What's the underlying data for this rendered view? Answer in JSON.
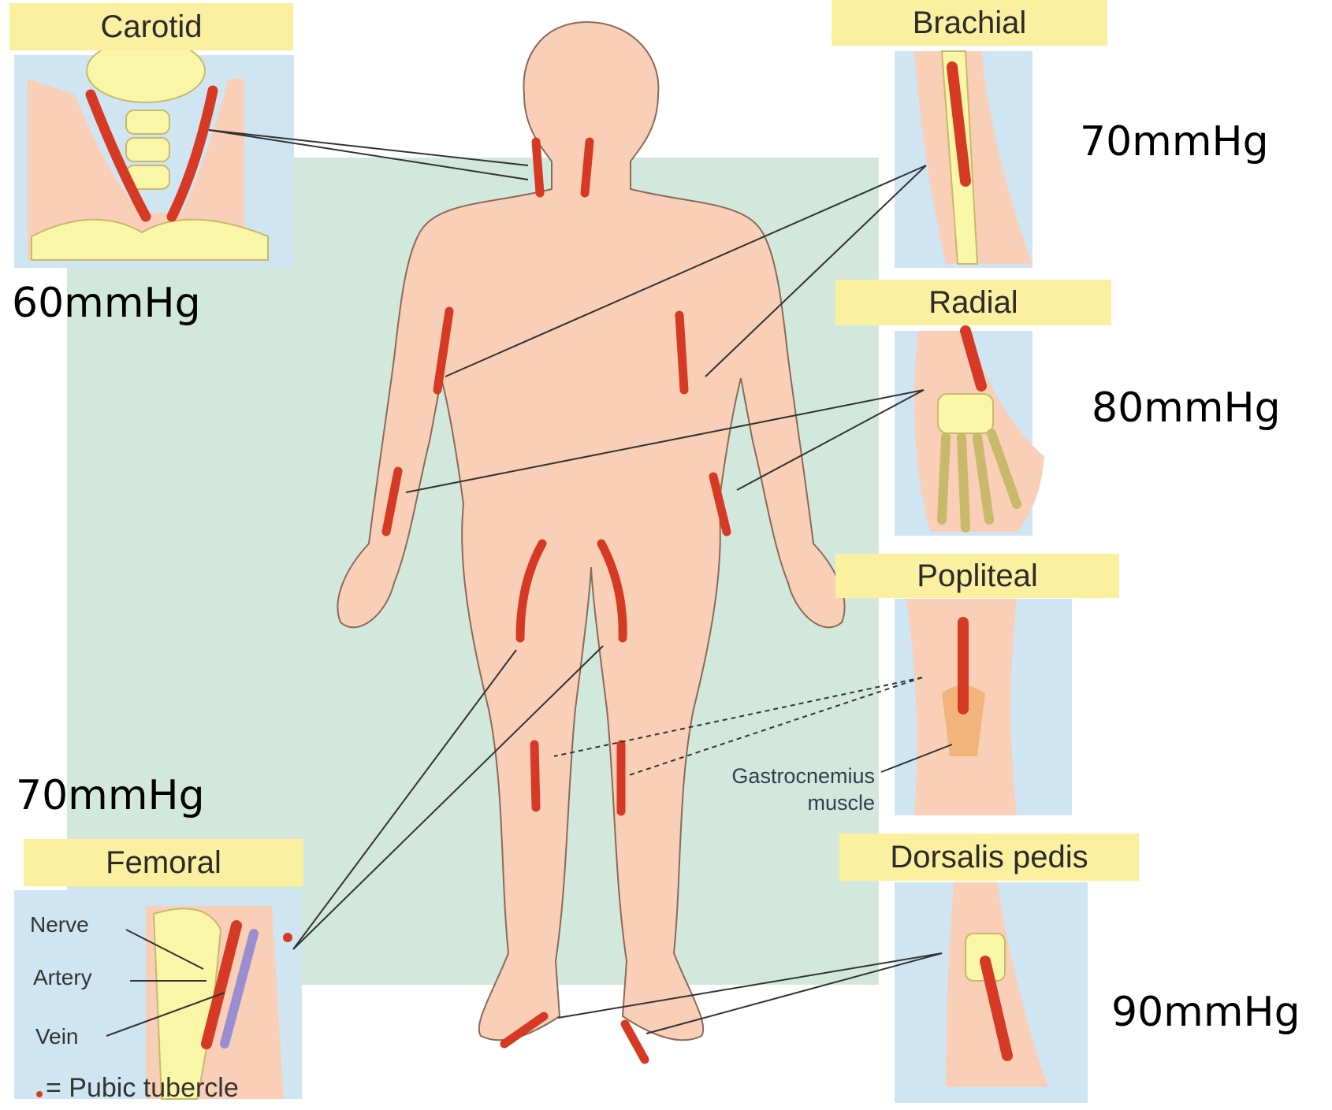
{
  "pulse_sites": {
    "carotid": {
      "label": "Carotid",
      "pressure": "60mmHg"
    },
    "brachial": {
      "label": "Brachial",
      "pressure": "70mmHg"
    },
    "radial": {
      "label": "Radial",
      "pressure": "80mmHg"
    },
    "popliteal": {
      "label": "Popliteal",
      "muscle_note": "Gastrocnemius muscle"
    },
    "femoral": {
      "label": "Femoral",
      "pressure": "70mmHg",
      "legend": {
        "nerve": "Nerve",
        "artery": "Artery",
        "vein": "Vein",
        "pubic": "= Pubic tubercle"
      }
    },
    "dorsalis_pedis": {
      "label": "Dorsalis pedis",
      "pressure": "90mmHg"
    }
  },
  "colors": {
    "artery": "#d63a25",
    "skin": "#f9cfb8",
    "bone": "#faf6a8",
    "panel_bg": "#cfe6f2",
    "body_bg": "#d3e8dc",
    "label_bg": "#faf0a0",
    "vein": "#9b8ed0"
  }
}
